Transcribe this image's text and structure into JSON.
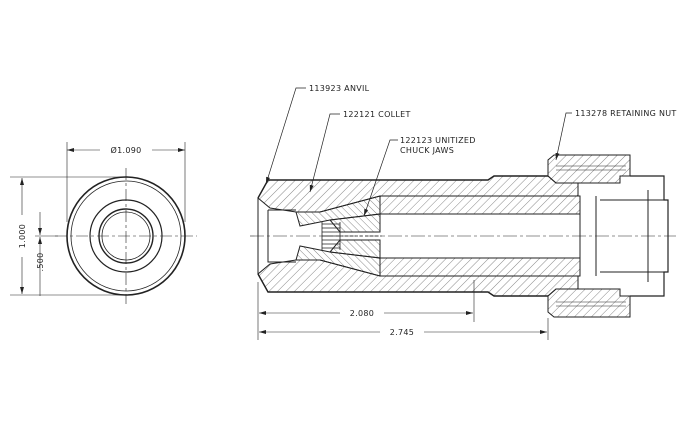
{
  "callouts": {
    "anvil": "113923 ANVIL",
    "collet": "122121 COLLET",
    "jaws_line1": "122123 UNITIZED",
    "jaws_line2": "CHUCK JAWS",
    "nut": "113278 RETAINING NUT"
  },
  "dimensions": {
    "diameter": "Ø1.090",
    "height_outer": "1.000",
    "height_inner": ".500",
    "length_a": "2.080",
    "length_b": "2.745"
  },
  "colors": {
    "line": "#222222",
    "hatch": "#555555",
    "background": "#ffffff"
  }
}
